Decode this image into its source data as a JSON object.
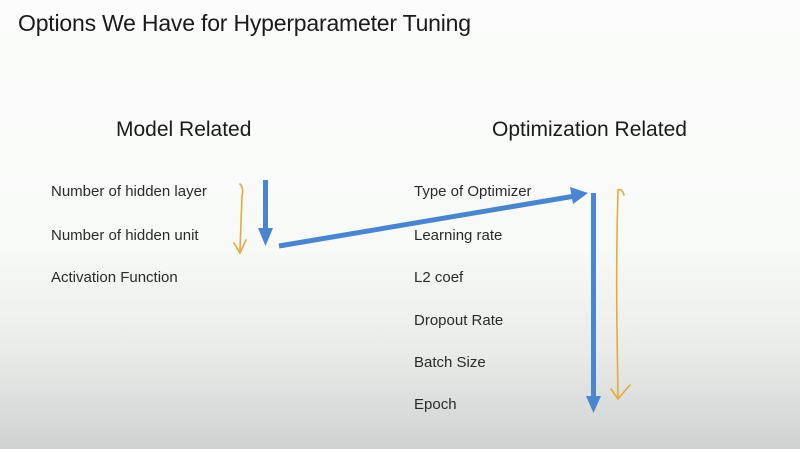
{
  "slide": {
    "title": "Options We Have for Hyperparameter Tuning",
    "model_related": {
      "heading": "Model Related",
      "items": [
        "Number of hidden layer",
        "Number of hidden unit",
        "Activation Function"
      ]
    },
    "optimization_related": {
      "heading": "Optimization Related",
      "items": [
        "Type of Optimizer",
        "Learning rate",
        "L2 coef",
        "Dropout Rate",
        "Batch Size",
        "Epoch"
      ]
    },
    "annotations": {
      "arrow_color": "#4a86cf",
      "pen_color": "#e8a93a"
    }
  }
}
